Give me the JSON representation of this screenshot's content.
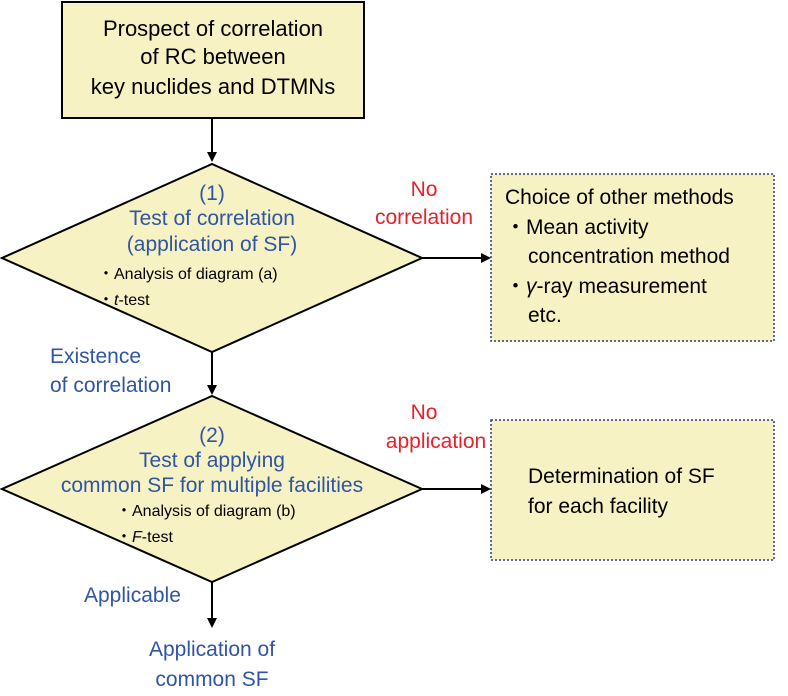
{
  "colors": {
    "box_fill": "#f6f2c3",
    "border": "#000000",
    "blue_text": "#2f55a4",
    "red_text": "#e8202a",
    "dotted_border": "#2a3b8c"
  },
  "start_box": {
    "lines": [
      "Prospect of correlation",
      "of RC between",
      "key nuclides and DTMNs"
    ]
  },
  "decision1": {
    "number": "(1)",
    "title_lines": [
      "Test of correlation",
      "(application of SF)"
    ],
    "bullet1": "・Analysis of diagram (a)",
    "bullet2_prefix": "・",
    "bullet2_italic": "t",
    "bullet2_suffix": "-test"
  },
  "no_correlation_label": [
    "No",
    "correlation"
  ],
  "other_methods_box": {
    "title": "Choice of other methods",
    "bullet1_lines": [
      "・Mean activity",
      "concentration method"
    ],
    "bullet2_prefix": "・",
    "bullet2_symbol": "γ",
    "bullet2_suffix": "-ray measurement",
    "etc": "etc."
  },
  "existence_label": [
    "Existence",
    "of correlation"
  ],
  "decision2": {
    "number": "(2)",
    "title_lines": [
      "Test of applying",
      "common SF for multiple facilities"
    ],
    "bullet1": "・Analysis of diagram (b)",
    "bullet2_prefix": "・",
    "bullet2_italic": "F",
    "bullet2_suffix": "-test"
  },
  "no_application_label": [
    "No",
    "application"
  ],
  "determination_box": {
    "lines": [
      "Determination of SF",
      "for each facility"
    ]
  },
  "applicable_label": "Applicable",
  "end_label": [
    "Application of",
    "common SF"
  ]
}
